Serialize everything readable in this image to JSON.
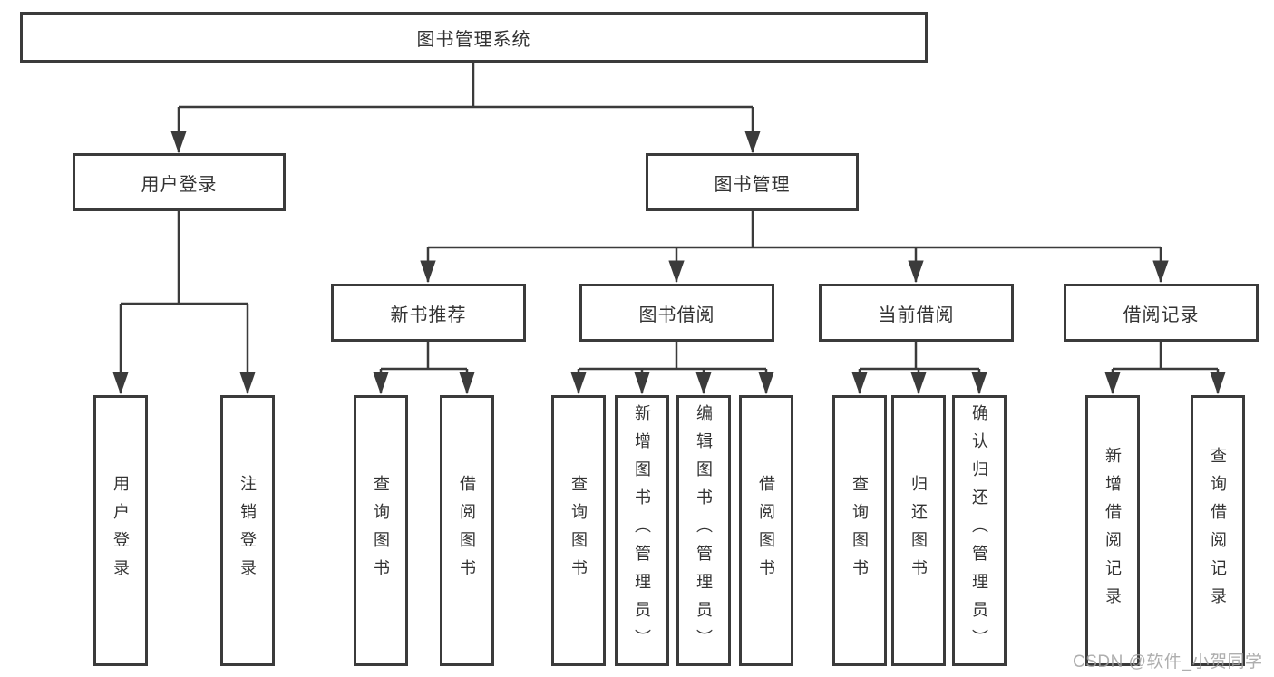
{
  "tree": {
    "label": "图书管理系统",
    "children": [
      {
        "label": "用户登录",
        "children": [
          {
            "label": "用户登录"
          },
          {
            "label": "注销登录"
          }
        ]
      },
      {
        "label": "图书管理",
        "children": [
          {
            "label": "新书推荐",
            "children": [
              {
                "label": "查询图书"
              },
              {
                "label": "借阅图书"
              }
            ]
          },
          {
            "label": "图书借阅",
            "children": [
              {
                "label": "查询图书"
              },
              {
                "label": "新增图书（管理员）"
              },
              {
                "label": "编辑图书（管理员）"
              },
              {
                "label": "借阅图书"
              }
            ]
          },
          {
            "label": "当前借阅",
            "children": [
              {
                "label": "查询图书"
              },
              {
                "label": "归还图书"
              },
              {
                "label": "确认归还（管理员）"
              }
            ]
          },
          {
            "label": "借阅记录",
            "children": [
              {
                "label": "新增借阅记录"
              },
              {
                "label": "查询借阅记录"
              }
            ]
          }
        ]
      }
    ]
  },
  "watermark": "CSDN @软件_小贺同学",
  "colors": {
    "line": "#3b3b3b",
    "box_border": "#3b3b3b",
    "text": "#333333",
    "watermark": "#a0a0a0",
    "background": "#ffffff"
  }
}
